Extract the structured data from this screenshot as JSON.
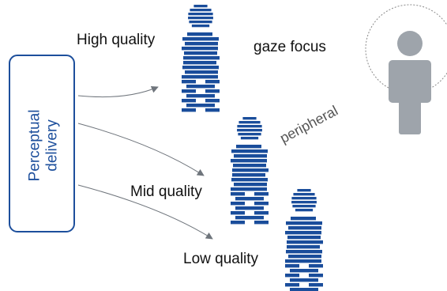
{
  "delivery_box": {
    "line1": "Perceptual",
    "line2": "delivery"
  },
  "labels": {
    "high": "High quality",
    "mid": "Mid quality",
    "low": "Low quality",
    "gaze": "gaze focus",
    "peripheral": "peripheral"
  },
  "colors": {
    "figure_blue": "#1a4d9b",
    "box_blue": "#1d4f9c",
    "viewer_gray": "#9ea4ab",
    "arrow_gray": "#6f757c",
    "focus_ring": "#8a8a8a"
  },
  "icons": [
    "striped-person-icon",
    "viewer-person-icon",
    "arrow-icon"
  ]
}
